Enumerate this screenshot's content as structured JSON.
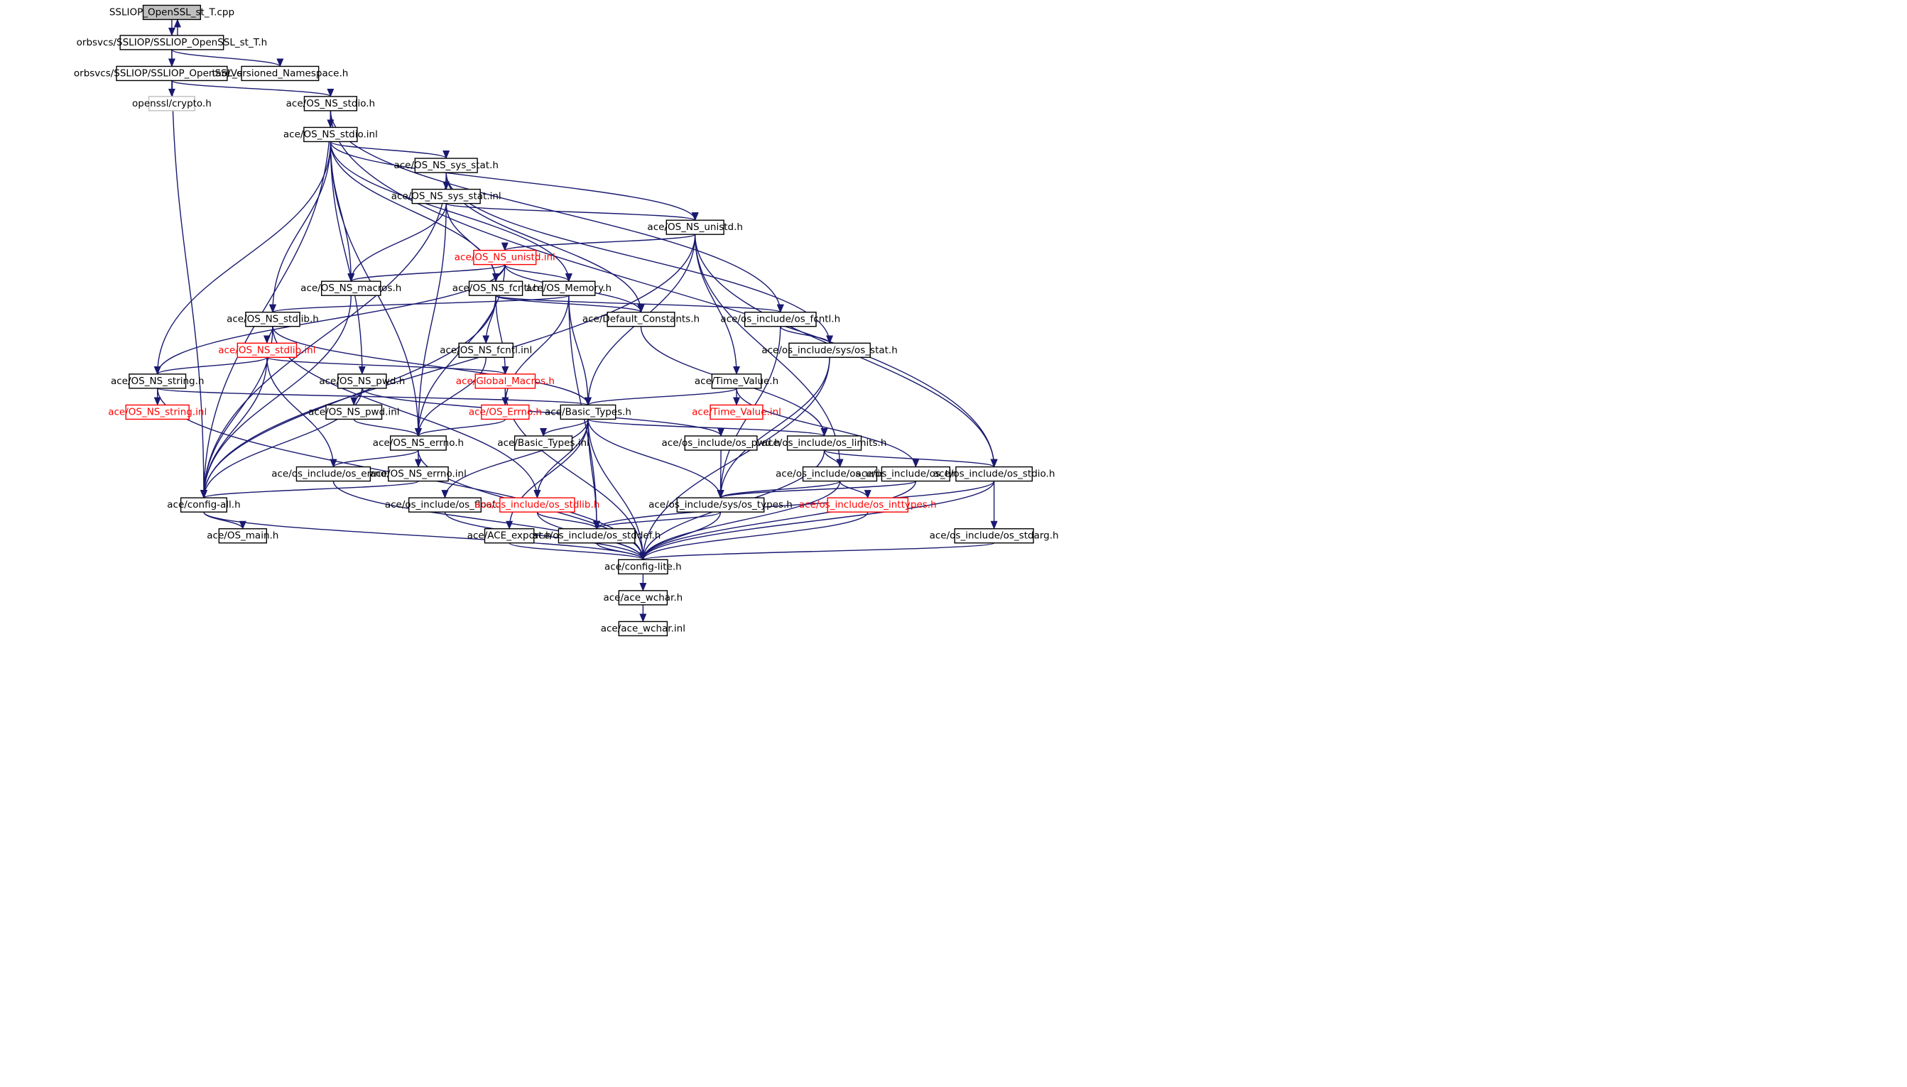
{
  "colors": {
    "edge": "#191970",
    "border_normal": "#000000",
    "border_truncated": "#ff0000",
    "border_external": "#bfbfbf",
    "root_fill": "#bfbfbf",
    "fill": "#ffffff",
    "text_normal": "#000000",
    "text_truncated": "#ff0000"
  },
  "nodes": [
    {
      "id": "root",
      "label": "SSLIOP_OpenSSL_st_T.cpp",
      "style": "root"
    },
    {
      "id": "ssl_h",
      "label": "orbsvcs/SSLIOP/SSLIOP_OpenSSL_st_T.h",
      "style": "normal"
    },
    {
      "id": "ssl_inl",
      "label": "orbsvcs/SSLIOP/SSLIOP_OpenSSL_st_T.inl",
      "style": "normal"
    },
    {
      "id": "versioned",
      "label": "tao/Versioned_Namespace.h",
      "style": "normal"
    },
    {
      "id": "crypto",
      "label": "openssl/crypto.h",
      "style": "external"
    },
    {
      "id": "stdio_h",
      "label": "ace/OS_NS_stdio.h",
      "style": "normal"
    },
    {
      "id": "stdio_inl",
      "label": "ace/OS_NS_stdio.inl",
      "style": "normal"
    },
    {
      "id": "sysstat_h",
      "label": "ace/OS_NS_sys_stat.h",
      "style": "normal"
    },
    {
      "id": "sysstat_inl",
      "label": "ace/OS_NS_sys_stat.inl",
      "style": "normal"
    },
    {
      "id": "unistd_h",
      "label": "ace/OS_NS_unistd.h",
      "style": "normal"
    },
    {
      "id": "unistd_inl",
      "label": "ace/OS_NS_unistd.inl",
      "style": "truncated"
    },
    {
      "id": "macros",
      "label": "ace/OS_NS_macros.h",
      "style": "normal"
    },
    {
      "id": "fcntl_h",
      "label": "ace/OS_NS_fcntl.h",
      "style": "normal"
    },
    {
      "id": "memory",
      "label": "ace/OS_Memory.h",
      "style": "normal"
    },
    {
      "id": "stdlib_h",
      "label": "ace/OS_NS_stdlib.h",
      "style": "normal"
    },
    {
      "id": "defconst",
      "label": "ace/Default_Constants.h",
      "style": "normal"
    },
    {
      "id": "osfcntl",
      "label": "ace/os_include/os_fcntl.h",
      "style": "normal"
    },
    {
      "id": "stdlib_inl",
      "label": "ace/OS_NS_stdlib.inl",
      "style": "truncated"
    },
    {
      "id": "fcntl_inl",
      "label": "ace/OS_NS_fcntl.inl",
      "style": "normal"
    },
    {
      "id": "osstat",
      "label": "ace/os_include/sys/os_stat.h",
      "style": "normal"
    },
    {
      "id": "string_h",
      "label": "ace/OS_NS_string.h",
      "style": "normal"
    },
    {
      "id": "pwd_h",
      "label": "ace/OS_NS_pwd.h",
      "style": "normal"
    },
    {
      "id": "globmac",
      "label": "ace/Global_Macros.h",
      "style": "truncated"
    },
    {
      "id": "timeval",
      "label": "ace/Time_Value.h",
      "style": "normal"
    },
    {
      "id": "string_inl",
      "label": "ace/OS_NS_string.inl",
      "style": "truncated"
    },
    {
      "id": "pwd_inl",
      "label": "ace/OS_NS_pwd.inl",
      "style": "normal"
    },
    {
      "id": "oserrno_ace",
      "label": "ace/OS_Errno.h",
      "style": "truncated"
    },
    {
      "id": "basic",
      "label": "ace/Basic_Types.h",
      "style": "normal"
    },
    {
      "id": "timeval_inl",
      "label": "ace/Time_Value.inl",
      "style": "truncated"
    },
    {
      "id": "errno_h",
      "label": "ace/OS_NS_errno.h",
      "style": "normal"
    },
    {
      "id": "basic_inl",
      "label": "ace/Basic_Types.inl",
      "style": "normal"
    },
    {
      "id": "ospwd",
      "label": "ace/os_include/os_pwd.h",
      "style": "normal"
    },
    {
      "id": "oslimits",
      "label": "ace/os_include/os_limits.h",
      "style": "normal"
    },
    {
      "id": "oserrno",
      "label": "ace/os_include/os_errno.h",
      "style": "normal"
    },
    {
      "id": "errno_inl",
      "label": "ace/OS_NS_errno.inl",
      "style": "normal"
    },
    {
      "id": "osunistd",
      "label": "ace/os_include/os_unistd.h",
      "style": "normal"
    },
    {
      "id": "ostime",
      "label": "ace/os_include/os_time.h",
      "style": "normal"
    },
    {
      "id": "osstdio",
      "label": "ace/os_include/os_stdio.h",
      "style": "normal"
    },
    {
      "id": "configall",
      "label": "ace/config-all.h",
      "style": "normal"
    },
    {
      "id": "osfloat",
      "label": "ace/os_include/os_float.h",
      "style": "normal"
    },
    {
      "id": "osstdlib",
      "label": "ace/os_include/os_stdlib.h",
      "style": "truncated"
    },
    {
      "id": "ostypes",
      "label": "ace/os_include/sys/os_types.h",
      "style": "normal"
    },
    {
      "id": "osinttypes",
      "label": "ace/os_include/os_inttypes.h",
      "style": "truncated"
    },
    {
      "id": "osmain",
      "label": "ace/OS_main.h",
      "style": "normal"
    },
    {
      "id": "aceexport",
      "label": "ace/ACE_export.h",
      "style": "normal"
    },
    {
      "id": "osstddef",
      "label": "ace/os_include/os_stddef.h",
      "style": "normal"
    },
    {
      "id": "osstdarg",
      "label": "ace/os_include/os_stdarg.h",
      "style": "normal"
    },
    {
      "id": "configlite",
      "label": "ace/config-lite.h",
      "style": "normal"
    },
    {
      "id": "wchar_h",
      "label": "ace/ace_wchar.h",
      "style": "normal"
    },
    {
      "id": "wchar_inl",
      "label": "ace/ace_wchar.inl",
      "style": "normal"
    }
  ],
  "edges": [
    [
      "root",
      "ssl_h"
    ],
    [
      "ssl_h",
      "root"
    ],
    [
      "ssl_h",
      "ssl_inl"
    ],
    [
      "ssl_h",
      "versioned"
    ],
    [
      "ssl_h",
      "configall"
    ],
    [
      "ssl_inl",
      "crypto"
    ],
    [
      "ssl_inl",
      "stdio_h"
    ],
    [
      "stdio_h",
      "stdio_inl"
    ],
    [
      "stdio_h",
      "osstdio"
    ],
    [
      "stdio_h",
      "osfcntl"
    ],
    [
      "stdio_h",
      "configall"
    ],
    [
      "stdio_inl",
      "sysstat_h"
    ],
    [
      "stdio_inl",
      "unistd_h"
    ],
    [
      "stdio_inl",
      "macros"
    ],
    [
      "stdio_inl",
      "fcntl_h"
    ],
    [
      "stdio_inl",
      "memory"
    ],
    [
      "stdio_inl",
      "stdlib_h"
    ],
    [
      "stdio_inl",
      "string_h"
    ],
    [
      "stdio_inl",
      "pwd_h"
    ],
    [
      "stdio_inl",
      "errno_h"
    ],
    [
      "sysstat_h",
      "sysstat_inl"
    ],
    [
      "sysstat_h",
      "osstat"
    ],
    [
      "sysstat_h",
      "defconst"
    ],
    [
      "sysstat_h",
      "configall"
    ],
    [
      "sysstat_inl",
      "unistd_h"
    ],
    [
      "sysstat_inl",
      "macros"
    ],
    [
      "sysstat_inl",
      "fcntl_h"
    ],
    [
      "sysstat_inl",
      "errno_h"
    ],
    [
      "unistd_h",
      "unistd_inl"
    ],
    [
      "unistd_h",
      "timeval"
    ],
    [
      "unistd_h",
      "basic"
    ],
    [
      "unistd_h",
      "osunistd"
    ],
    [
      "unistd_h",
      "osstdio"
    ],
    [
      "unistd_h",
      "configall"
    ],
    [
      "unistd_inl",
      "macros"
    ],
    [
      "unistd_inl",
      "fcntl_h"
    ],
    [
      "unistd_inl",
      "memory"
    ],
    [
      "unistd_inl",
      "defconst"
    ],
    [
      "unistd_inl",
      "string_h"
    ],
    [
      "unistd_inl",
      "errno_h"
    ],
    [
      "macros",
      "configall"
    ],
    [
      "fcntl_h",
      "fcntl_inl"
    ],
    [
      "fcntl_h",
      "globmac"
    ],
    [
      "fcntl_h",
      "osfcntl"
    ],
    [
      "fcntl_h",
      "defconst"
    ],
    [
      "fcntl_h",
      "configall"
    ],
    [
      "memory",
      "oserrno_ace"
    ],
    [
      "memory",
      "basic"
    ],
    [
      "memory",
      "stdlib_h"
    ],
    [
      "memory",
      "osstddef"
    ],
    [
      "stdlib_h",
      "stdlib_inl"
    ],
    [
      "stdlib_h",
      "configall"
    ],
    [
      "stdlib_h",
      "basic"
    ],
    [
      "stdlib_h",
      "osstdlib"
    ],
    [
      "stdlib_inl",
      "string_h"
    ],
    [
      "stdlib_inl",
      "globmac"
    ],
    [
      "stdlib_inl",
      "oserrno"
    ],
    [
      "stdlib_inl",
      "configall"
    ],
    [
      "osfcntl",
      "osstat"
    ],
    [
      "osfcntl",
      "ostypes"
    ],
    [
      "defconst",
      "oslimits"
    ],
    [
      "fcntl_inl",
      "errno_h"
    ],
    [
      "osstat",
      "ostypes"
    ],
    [
      "osstat",
      "configlite"
    ],
    [
      "string_h",
      "string_inl"
    ],
    [
      "string_h",
      "basic"
    ],
    [
      "string_h",
      "configlite"
    ],
    [
      "pwd_h",
      "pwd_inl"
    ],
    [
      "pwd_h",
      "ospwd"
    ],
    [
      "pwd_h",
      "configall"
    ],
    [
      "globmac",
      "oserrno_ace"
    ],
    [
      "globmac",
      "configlite"
    ],
    [
      "timeval",
      "timeval_inl"
    ],
    [
      "timeval",
      "basic"
    ],
    [
      "timeval",
      "ostime"
    ],
    [
      "pwd_inl",
      "errno_h"
    ],
    [
      "oserrno_ace",
      "errno_h"
    ],
    [
      "basic",
      "basic_inl"
    ],
    [
      "basic",
      "oslimits"
    ],
    [
      "basic",
      "osfloat"
    ],
    [
      "basic",
      "osstdlib"
    ],
    [
      "basic",
      "aceexport"
    ],
    [
      "basic",
      "osstddef"
    ],
    [
      "basic",
      "ostypes"
    ],
    [
      "basic",
      "configlite"
    ],
    [
      "errno_h",
      "oserrno"
    ],
    [
      "errno_h",
      "errno_inl"
    ],
    [
      "errno_h",
      "configlite"
    ],
    [
      "ospwd",
      "ostypes"
    ],
    [
      "oslimits",
      "osunistd"
    ],
    [
      "oslimits",
      "osstdio"
    ],
    [
      "oslimits",
      "configlite"
    ],
    [
      "oserrno",
      "configlite"
    ],
    [
      "errno_inl",
      "configall"
    ],
    [
      "osunistd",
      "ostypes"
    ],
    [
      "osunistd",
      "osinttypes"
    ],
    [
      "osunistd",
      "configlite"
    ],
    [
      "ostime",
      "ostypes"
    ],
    [
      "ostime",
      "configlite"
    ],
    [
      "osstdio",
      "osstdarg"
    ],
    [
      "osstdio",
      "osstddef"
    ],
    [
      "osstdio",
      "configlite"
    ],
    [
      "configall",
      "osmain"
    ],
    [
      "configall",
      "configlite"
    ],
    [
      "osfloat",
      "configlite"
    ],
    [
      "osstdlib",
      "osstddef"
    ],
    [
      "osstdlib",
      "configlite"
    ],
    [
      "ostypes",
      "osstddef"
    ],
    [
      "ostypes",
      "configlite"
    ],
    [
      "osinttypes",
      "configlite"
    ],
    [
      "aceexport",
      "configlite"
    ],
    [
      "osstddef",
      "configlite"
    ],
    [
      "osstdarg",
      "configlite"
    ],
    [
      "configlite",
      "wchar_h"
    ],
    [
      "wchar_h",
      "wchar_inl"
    ]
  ]
}
